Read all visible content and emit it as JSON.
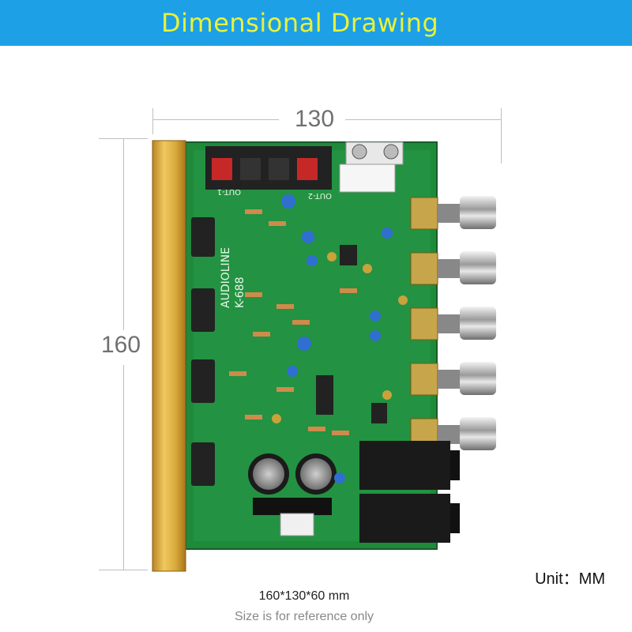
{
  "banner": {
    "title": "Dimensional Drawing",
    "background": "#1ea0e6",
    "text_color": "#e8f23a"
  },
  "dimensions": {
    "width_label": "130",
    "height_label": "160"
  },
  "unit": {
    "label": "Unit：MM"
  },
  "size": {
    "primary": "160*130*60 mm",
    "secondary": "Size is for reference only"
  },
  "board": {
    "pcb_color": "#1f8a3a",
    "heatsink_color": "#d9a93a",
    "silkscreen": {
      "model": "AUDIOLINE",
      "model_code": "K-688",
      "out1": "OUT-1",
      "out2": "OUT-2"
    }
  }
}
